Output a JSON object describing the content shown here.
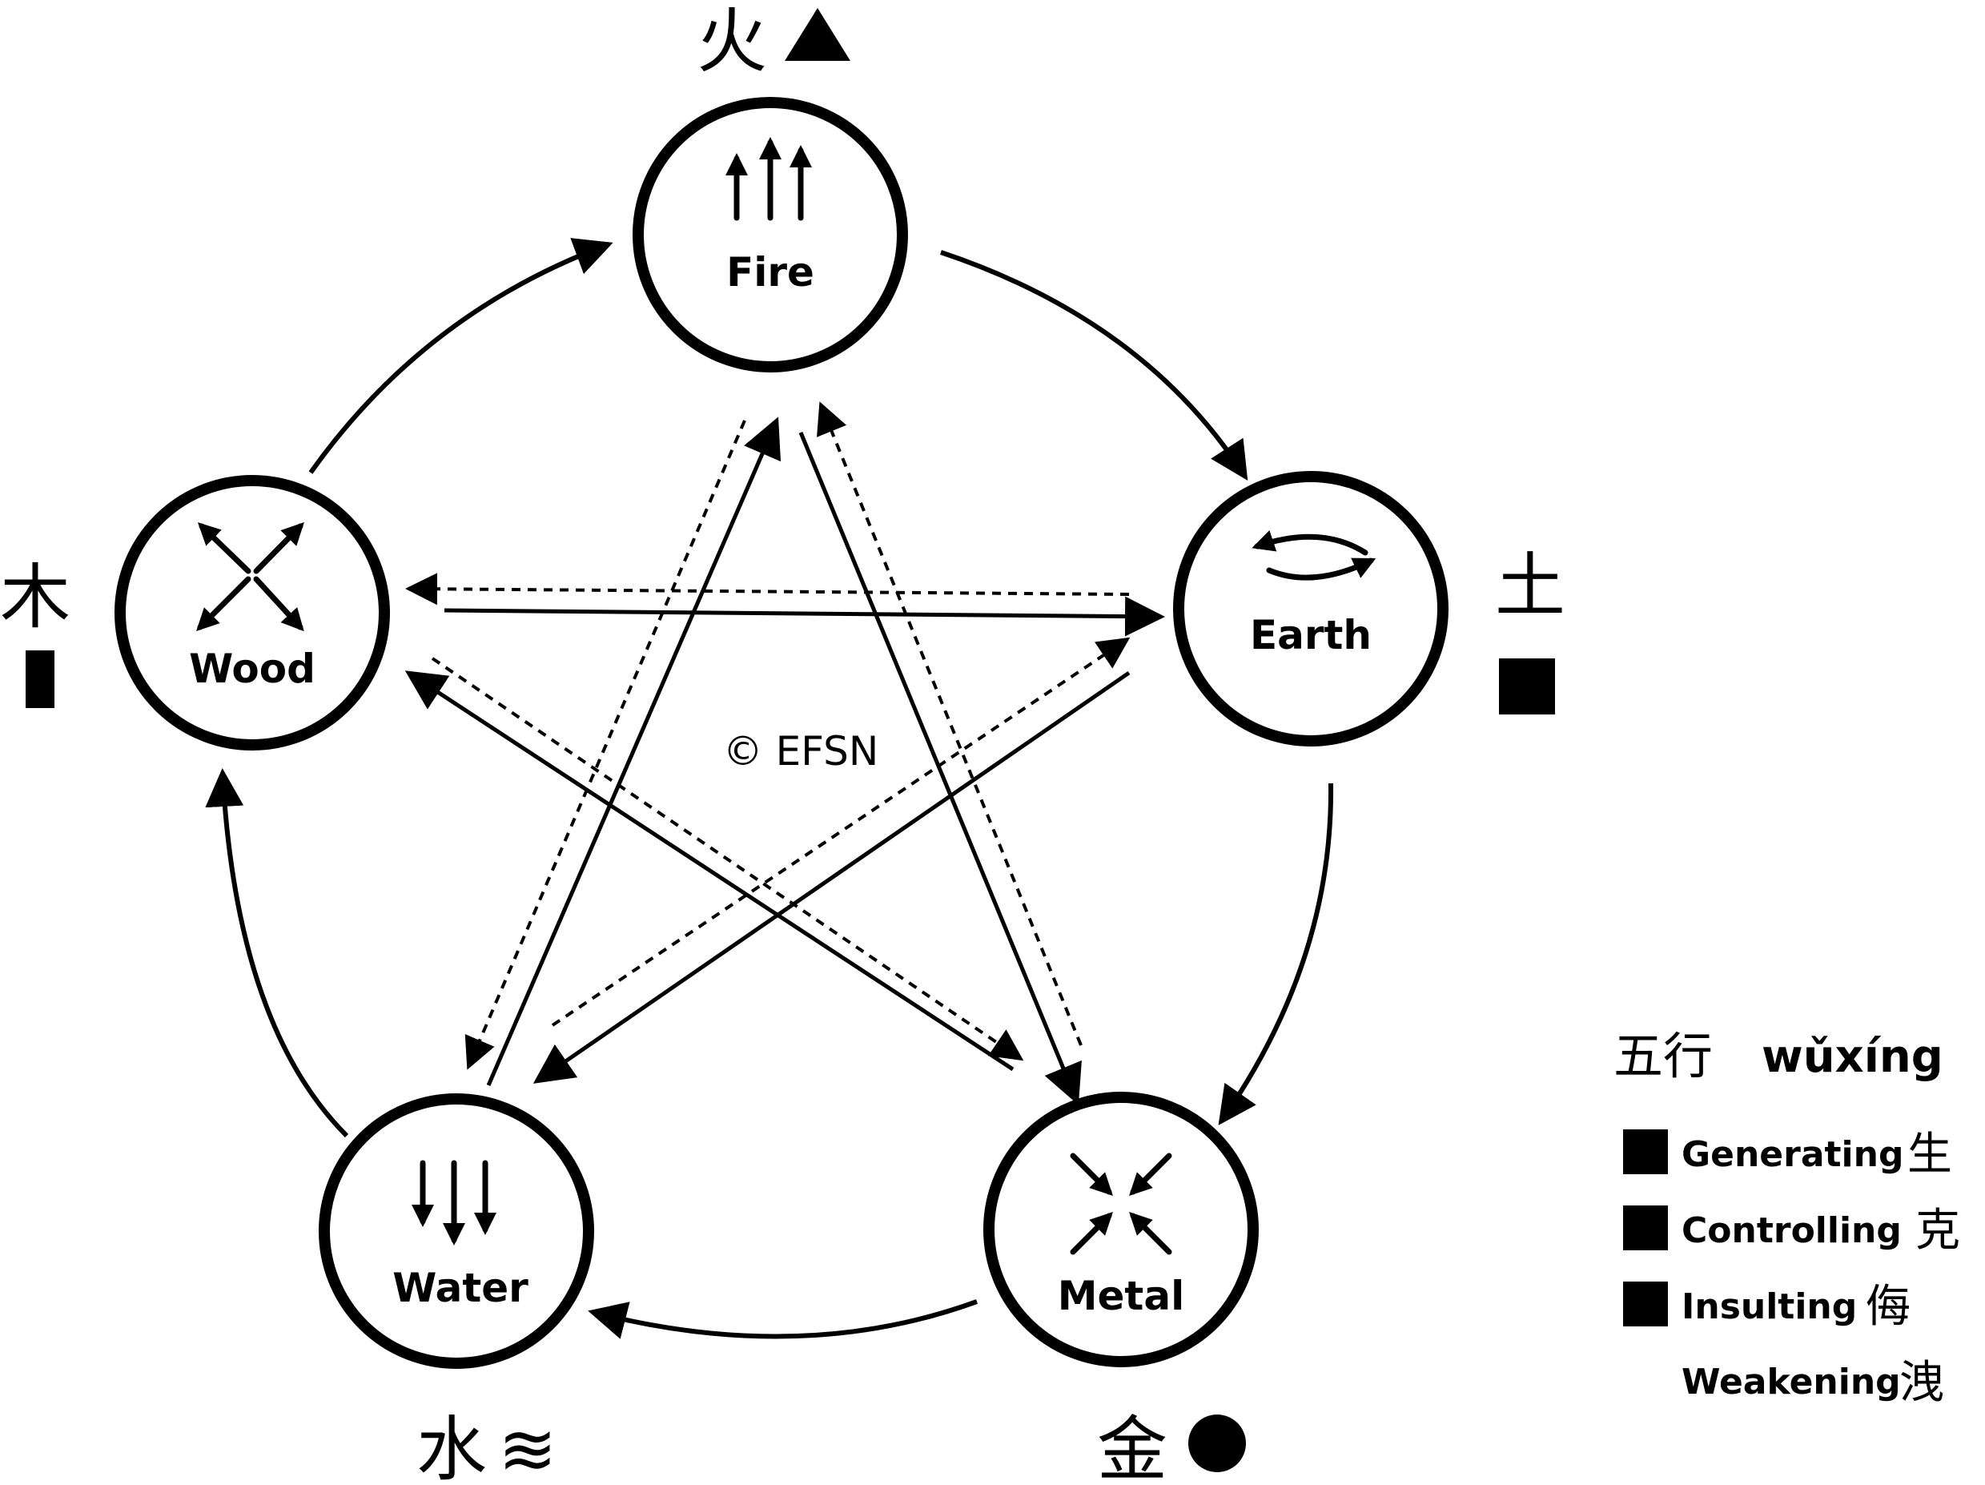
{
  "nodes": {
    "fire": {
      "label": "Fire",
      "cn": "火",
      "symbol": "triangle"
    },
    "earth": {
      "label": "Earth",
      "cn": "土",
      "symbol": "square"
    },
    "metal": {
      "label": "Metal",
      "cn": "金",
      "symbol": "circle"
    },
    "water": {
      "label": "Water",
      "cn": "水",
      "symbol": "waves",
      "symbol_text": "≋"
    },
    "wood": {
      "label": "Wood",
      "cn": "木",
      "symbol": "bar"
    }
  },
  "icons": {
    "fire": "upward-arrows-icon",
    "earth": "circular-arrows-icon",
    "metal": "inward-arrows-icon",
    "water": "downward-arrows-icon",
    "wood": "outward-arrows-icon"
  },
  "relations": {
    "generating": [
      {
        "from": "Wood",
        "to": "Fire"
      },
      {
        "from": "Fire",
        "to": "Earth"
      },
      {
        "from": "Earth",
        "to": "Metal"
      },
      {
        "from": "Metal",
        "to": "Water"
      },
      {
        "from": "Water",
        "to": "Wood"
      }
    ],
    "controlling": [
      {
        "from": "Wood",
        "to": "Earth"
      },
      {
        "from": "Earth",
        "to": "Water"
      },
      {
        "from": "Water",
        "to": "Fire"
      },
      {
        "from": "Fire",
        "to": "Metal"
      },
      {
        "from": "Metal",
        "to": "Wood"
      }
    ],
    "insulting": [
      {
        "from": "Earth",
        "to": "Wood"
      },
      {
        "from": "Water",
        "to": "Earth"
      },
      {
        "from": "Fire",
        "to": "Water"
      },
      {
        "from": "Metal",
        "to": "Fire"
      },
      {
        "from": "Wood",
        "to": "Metal"
      }
    ]
  },
  "copyright": "© EFSN",
  "legend": {
    "title_cn": "五行",
    "title_latin": "wǔxíng",
    "items": [
      {
        "label": "Generating",
        "cn": "生",
        "swatch": true
      },
      {
        "label": "Controlling",
        "cn": "克",
        "swatch": true
      },
      {
        "label": "Insulting",
        "cn": "侮",
        "swatch": true
      },
      {
        "label": "Weakening",
        "cn": "洩",
        "swatch": false
      }
    ]
  },
  "colors": {
    "ink": "#000000",
    "background": "#ffffff"
  }
}
